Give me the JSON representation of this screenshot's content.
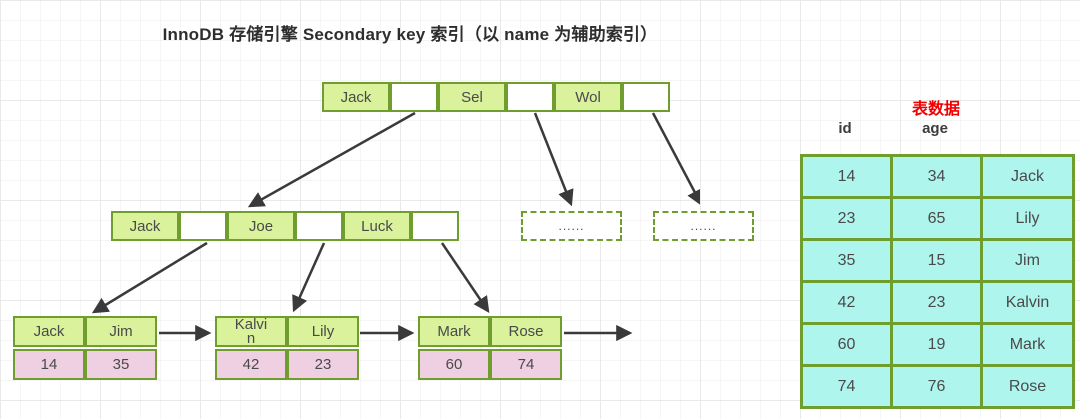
{
  "title": "InnoDB 存储引擎 Secondary key 索引（以 name 为辅助索引）",
  "tree": {
    "root": {
      "cells": [
        "Jack",
        "",
        "Sel",
        "",
        "Wol",
        ""
      ]
    },
    "level2": {
      "cells": [
        "Jack",
        "",
        "Joe",
        "",
        "Luck",
        ""
      ]
    },
    "dashed_nodes": [
      "......",
      "......"
    ],
    "leaves": [
      {
        "names": [
          "Jack",
          "Jim"
        ],
        "ids": [
          "14",
          "35"
        ]
      },
      {
        "names": [
          "Kalvin",
          "Lily"
        ],
        "ids": [
          "42",
          "23"
        ]
      },
      {
        "names": [
          "Mark",
          "Rose"
        ],
        "ids": [
          "60",
          "74"
        ]
      }
    ]
  },
  "table": {
    "label": "表数据",
    "headers": [
      "id",
      "age"
    ],
    "rows": [
      [
        "14",
        "34",
        "Jack"
      ],
      [
        "23",
        "65",
        "Lily"
      ],
      [
        "35",
        "15",
        "Jim"
      ],
      [
        "42",
        "23",
        "Kalvin"
      ],
      [
        "60",
        "19",
        "Mark"
      ],
      [
        "74",
        "76",
        "Rose"
      ]
    ]
  },
  "colors": {
    "node_fill": "#d9f29b",
    "node_border": "#6f9e2f",
    "pointer_fill": "#ffffff",
    "leaf_id_fill": "#eed0e2",
    "table_fill": "#aef5ed",
    "label_red": "#f20000",
    "arrow": "#3a3a3a"
  }
}
